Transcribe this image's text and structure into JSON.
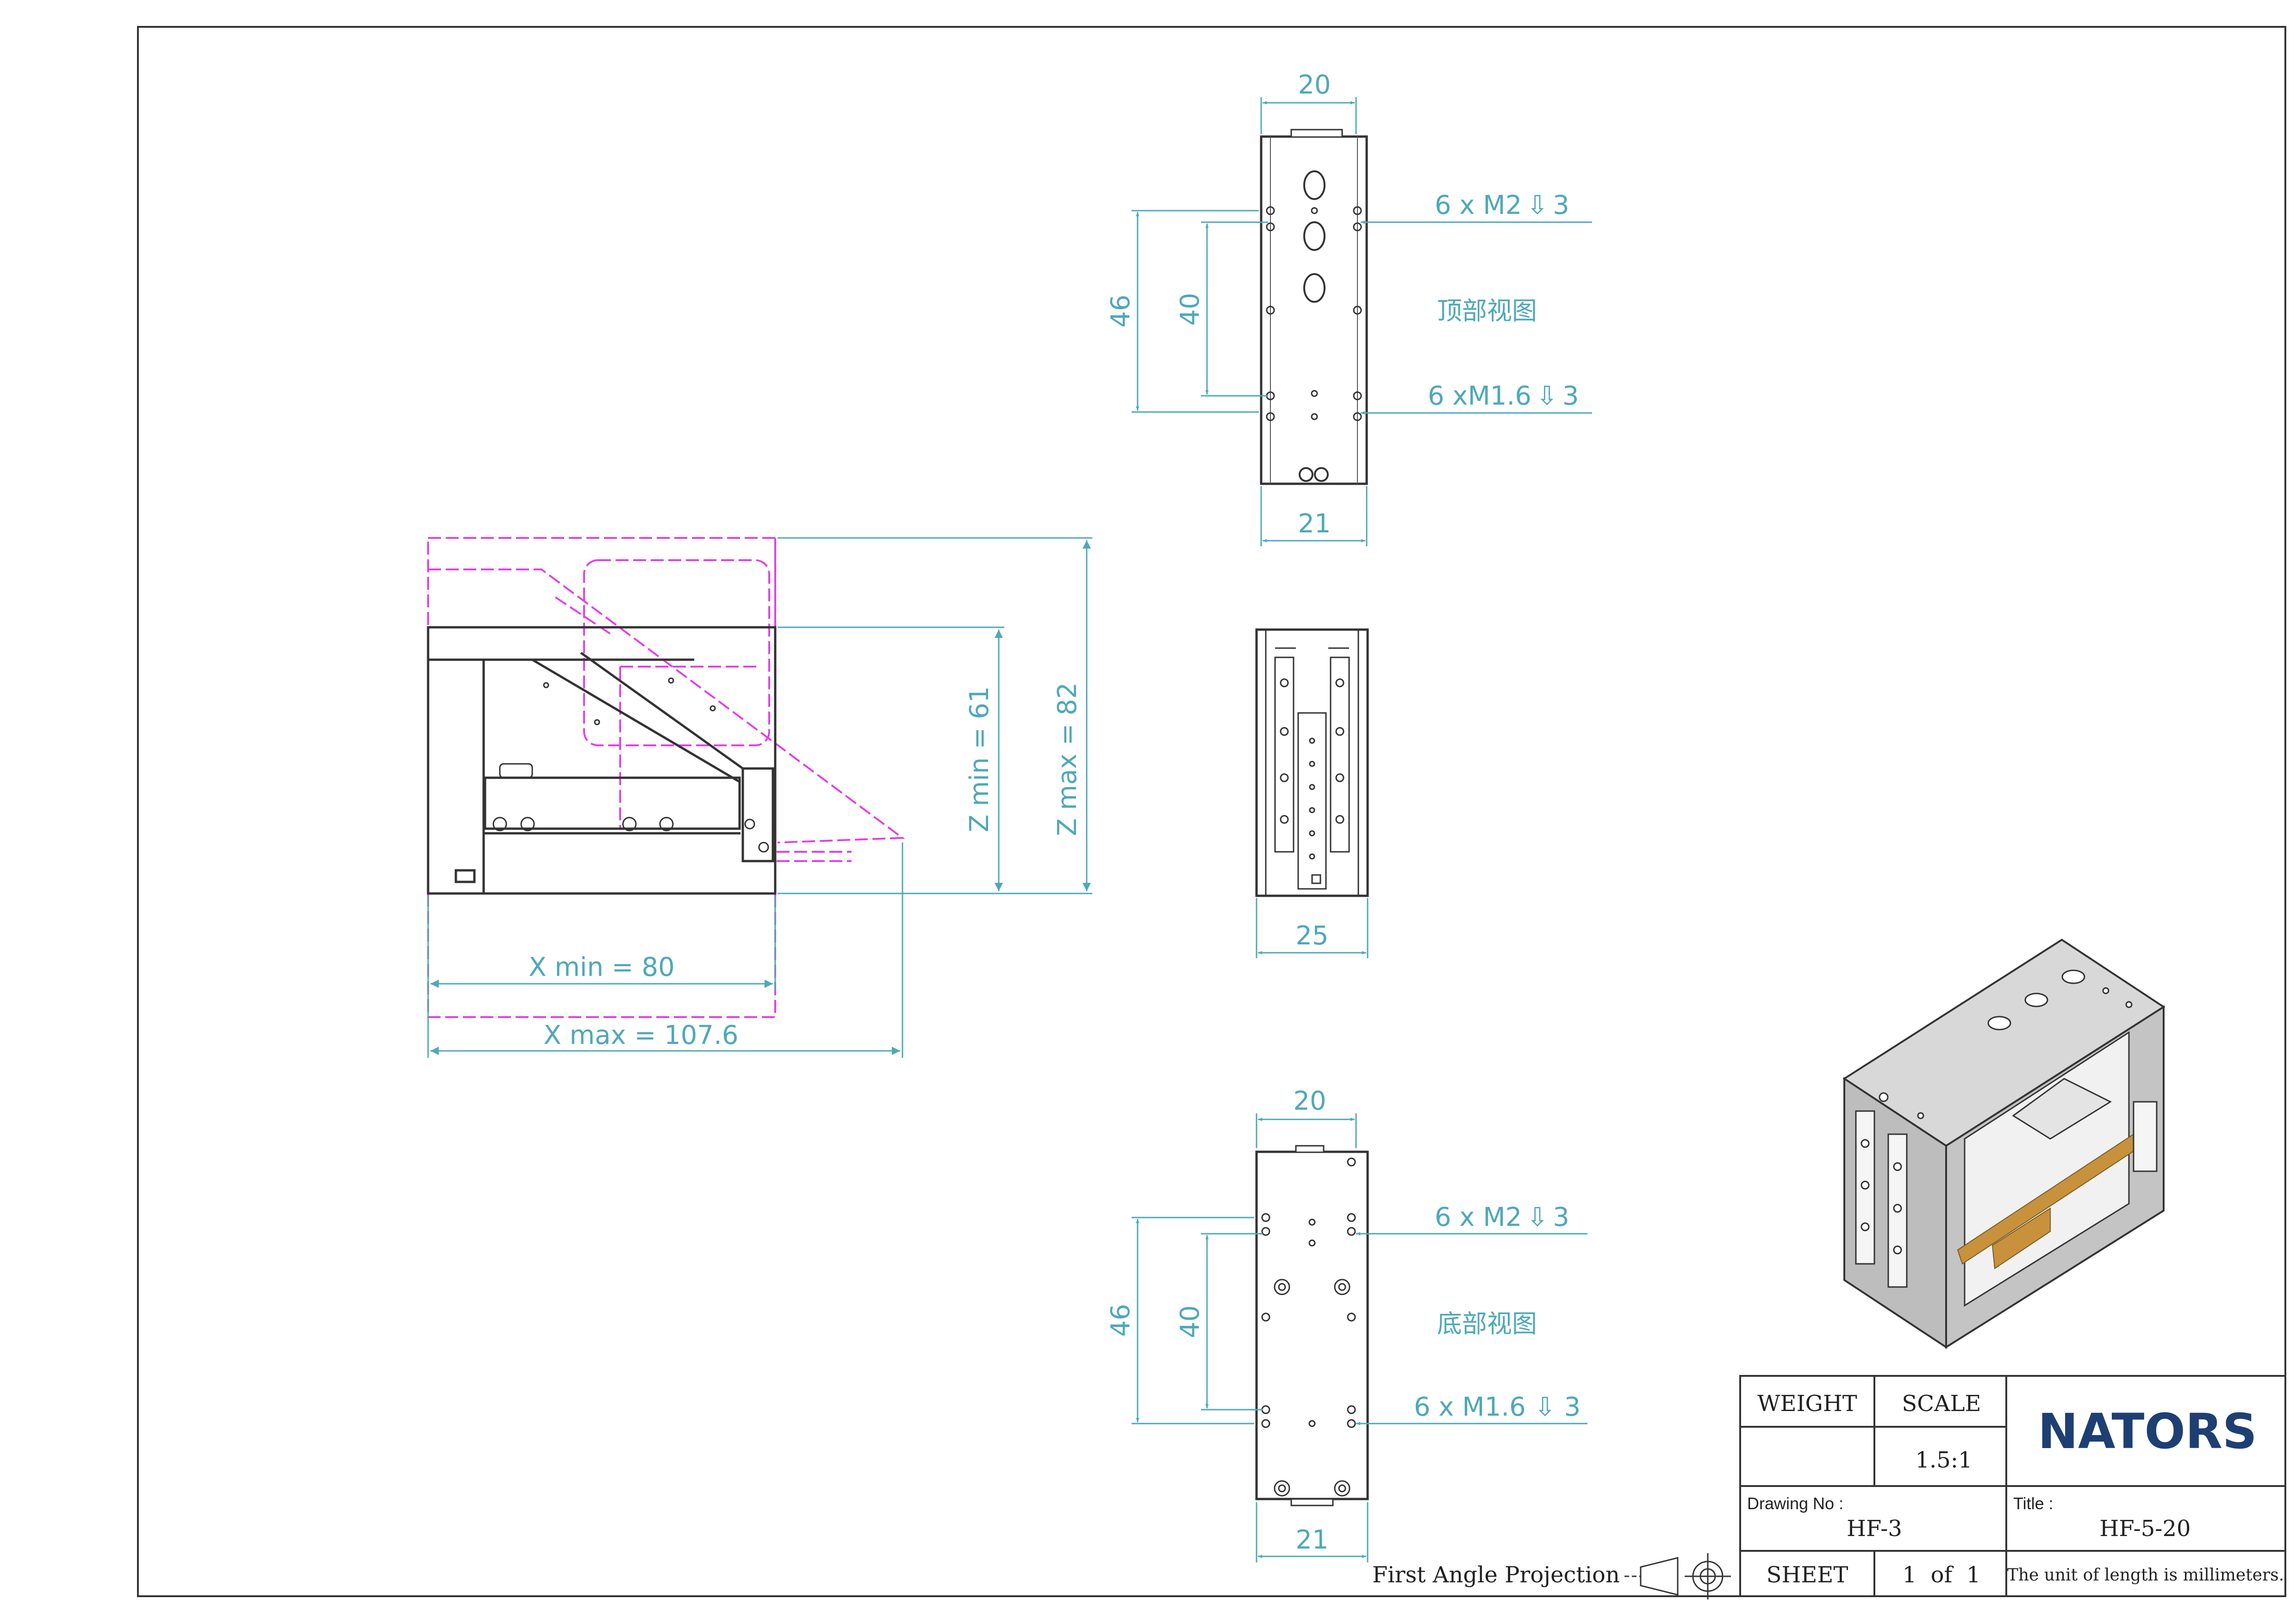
{
  "colors": {
    "dimension": "#4fa8b8",
    "outline": "#333333",
    "phantom": "#e040e8",
    "logo": "#1e3f73",
    "belt": "#c8913c"
  },
  "top_view": {
    "width_top": "20",
    "width_bottom": "21",
    "height_outer": "46",
    "height_inner": "40",
    "thread_1": "6 x M2",
    "thread_1_depth": "3",
    "thread_2": "6 xM1.6",
    "thread_2_depth": "3",
    "caption": "顶部视图"
  },
  "side_view": {
    "z_min": "Z min = 61",
    "z_max": "Z max = 82",
    "x_min": "X min = 80",
    "x_max": "X max = 107.6"
  },
  "front_view": {
    "width": "25"
  },
  "bottom_view": {
    "width_top": "20",
    "width_bottom": "21",
    "height_outer": "46",
    "height_inner": "40",
    "thread_1": "6 x M2",
    "thread_1_depth": "3",
    "thread_2": "6 x M1.6",
    "thread_2_depth": "3",
    "caption": "底部视图"
  },
  "projection_label": "First Angle Projection",
  "title_block": {
    "weight_label": "WEIGHT",
    "scale_label": "SCALE",
    "scale_value": "1.5:1",
    "logo": "NATORS",
    "drawing_no_label": "Drawing No :",
    "drawing_no": "HF-3",
    "title_label": "Title :",
    "title": "HF-5-20",
    "sheet_label": "SHEET",
    "sheet_value": "1  of  1",
    "unit_note": "The unit of length is millimeters."
  }
}
